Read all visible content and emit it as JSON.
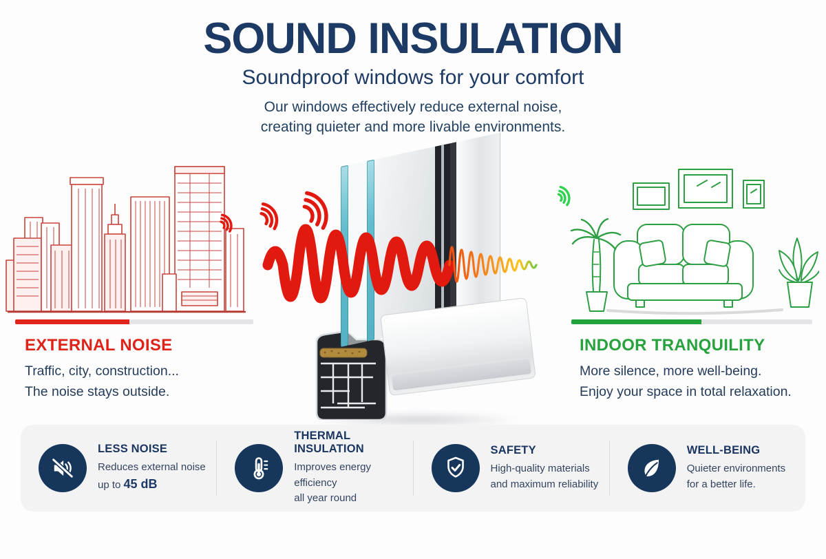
{
  "header": {
    "title": "SOUND INSULATION",
    "subtitle": "Soundproof windows for your comfort",
    "description_line1": "Our windows effectively reduce external noise,",
    "description_line2": "creating quieter and more livable environments."
  },
  "external_noise": {
    "heading": "EXTERNAL NOISE",
    "line1": "Traffic, city, construction...",
    "line2": "The noise stays outside.",
    "bar_filled_pct": "48%"
  },
  "indoor_tranquility": {
    "heading": "INDOOR TRANQUILITY",
    "line1": "More silence, more well-being.",
    "line2": "Enjoy your space in total relaxation.",
    "bar_filled_pct": "54%"
  },
  "features": [
    {
      "icon": "muted-speaker-icon",
      "title": "LESS NOISE",
      "line1": "Reduces external noise",
      "line2_prefix": "up to ",
      "line2_bold": "45 dB"
    },
    {
      "icon": "thermometer-icon",
      "title": "THERMAL INSULATION",
      "line1": "Improves energy efficiency",
      "line2": "all year round"
    },
    {
      "icon": "shield-check-icon",
      "title": "SAFETY",
      "line1": "High-quality materials",
      "line2": "and maximum reliability"
    },
    {
      "icon": "leaf-icon",
      "title": "WELL-BEING",
      "line1": "Quieter environments",
      "line2": "for a better life."
    }
  ],
  "colors": {
    "navy": "#1c3a63",
    "red": "#e0241a",
    "green": "#27a23c",
    "orange": "#f58c1e",
    "panel_bg": "#f3f3f4",
    "icon_circle": "#16365c"
  }
}
